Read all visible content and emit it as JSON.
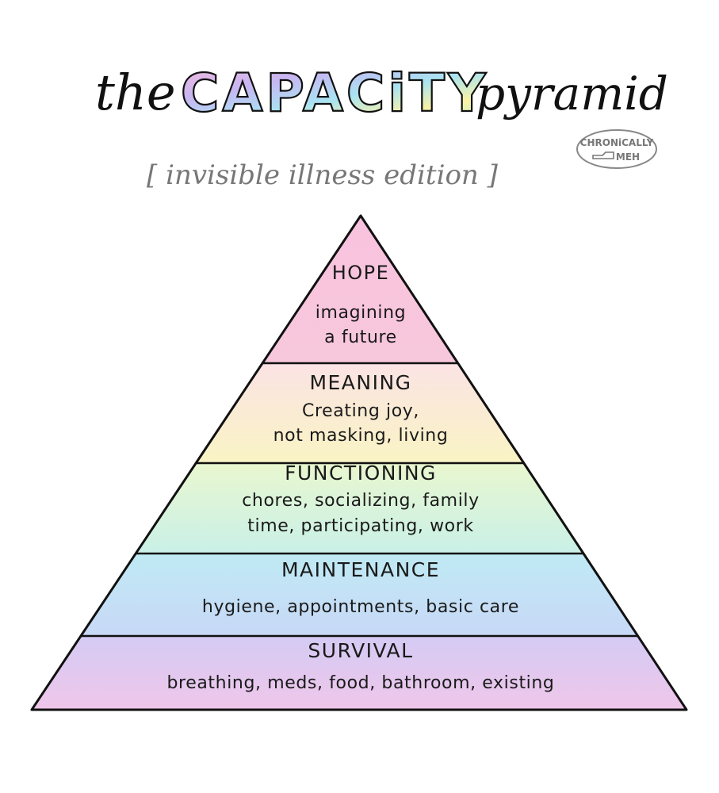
{
  "title": {
    "prefix": "the",
    "main": "CAPACiTY",
    "suffix": "pyramid",
    "subtitle": "[ invisible illness edition ]",
    "main_gradient": [
      "#f6b9d9",
      "#c7b6f2",
      "#a9e3f2",
      "#fbf2a6",
      "#b8f0c9"
    ]
  },
  "logo": {
    "line1": "CHRONiCALLY",
    "line2": "MEH",
    "icon": "pointing-hand-icon"
  },
  "pyramid": {
    "outline_color": "#111111",
    "tiers": [
      {
        "name": "HOPE",
        "lines": [
          "imagining",
          "a future"
        ],
        "color_top": "#f9c2de",
        "color_bottom": "#f7c8dc"
      },
      {
        "name": "MEANING",
        "lines": [
          "Creating joy,",
          "not masking, living"
        ],
        "color_top": "#fbe3e4",
        "color_bottom": "#f9f4c4"
      },
      {
        "name": "FUNCTIONING",
        "lines": [
          "chores, socializing, family",
          "time, participating, work"
        ],
        "color_top": "#e9f7cf",
        "color_bottom": "#c9f0e8"
      },
      {
        "name": "MAINTENANCE",
        "lines": [
          "hygiene, appointments, basic care"
        ],
        "color_top": "#bfeaf4",
        "color_bottom": "#c8d8f7"
      },
      {
        "name": "SURVIVAL",
        "lines": [
          "breathing, meds, food, bathroom, existing"
        ],
        "color_top": "#d4cbf4",
        "color_bottom": "#f0c6ea"
      }
    ]
  }
}
